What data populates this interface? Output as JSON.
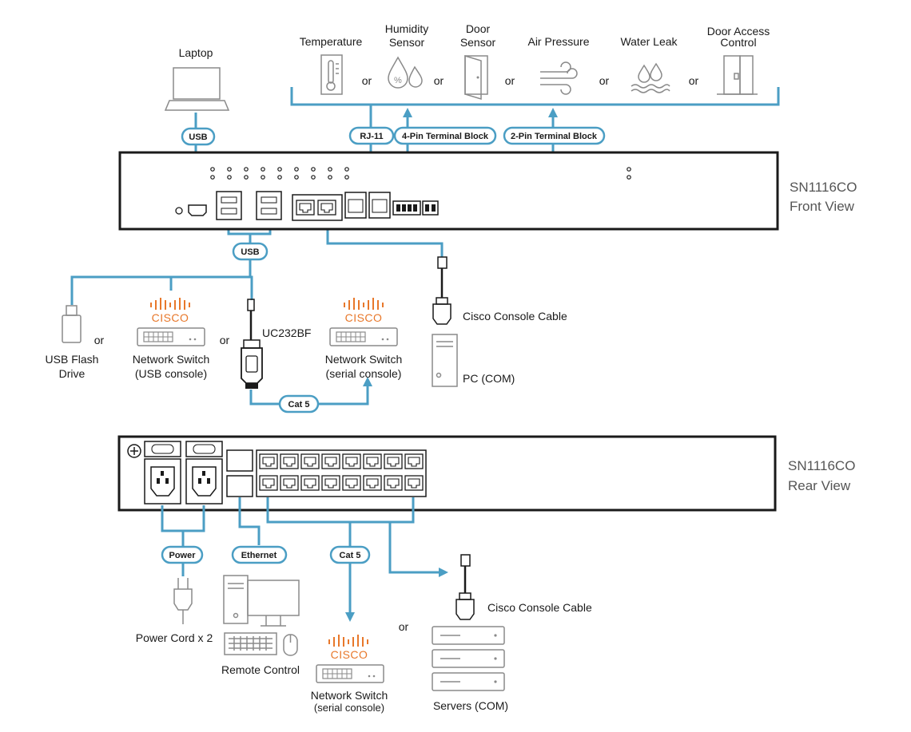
{
  "colors": {
    "wire": "#4b9ec4",
    "device_outline": "#1a1a1a",
    "cisco_orange": "#e8782b",
    "icon_grey": "#8a8a8a"
  },
  "sensors": {
    "temperature": "Temperature",
    "humidity_line1": "Humidity",
    "humidity_line2": "Sensor",
    "door_line1": "Door",
    "door_line2": "Sensor",
    "air_pressure": "Air Pressure",
    "water_leak": "Water Leak",
    "door_access_line1": "Door Access",
    "door_access_line2": "Control",
    "or": "or"
  },
  "laptop": {
    "label": "Laptop"
  },
  "connectors": {
    "usb_top": "USB",
    "rj11": "RJ-11",
    "terminal4": "4-Pin Terminal Block",
    "terminal2": "2-Pin Terminal Block",
    "usb_bottom": "USB",
    "cat5_front": "Cat 5",
    "power": "Power",
    "ethernet": "Ethernet",
    "cat5_rear": "Cat 5"
  },
  "front_device": {
    "model": "SN1116CO",
    "view": "Front View"
  },
  "rear_device": {
    "model": "SN1116CO",
    "view": "Rear View"
  },
  "usb_devices": {
    "flash_line1": "USB Flash",
    "flash_line2": "Drive",
    "switch_usb_line1": "Network Switch",
    "switch_usb_line2": "(USB console)",
    "uc232bf": "UC232BF",
    "switch_serial_line1": "Network Switch",
    "switch_serial_line2": "(serial console)",
    "or": "or"
  },
  "console": {
    "cable": "Cisco Console Cable",
    "pc": "PC (COM)"
  },
  "rear_devices": {
    "power_cord": "Power Cord x 2",
    "remote_control": "Remote Control",
    "switch_line1": "Network Switch",
    "switch_line2": "(serial console)",
    "or": "or",
    "console_cable": "Cisco Console Cable",
    "servers": "Servers (COM)"
  },
  "cisco_logo": "CISCO"
}
